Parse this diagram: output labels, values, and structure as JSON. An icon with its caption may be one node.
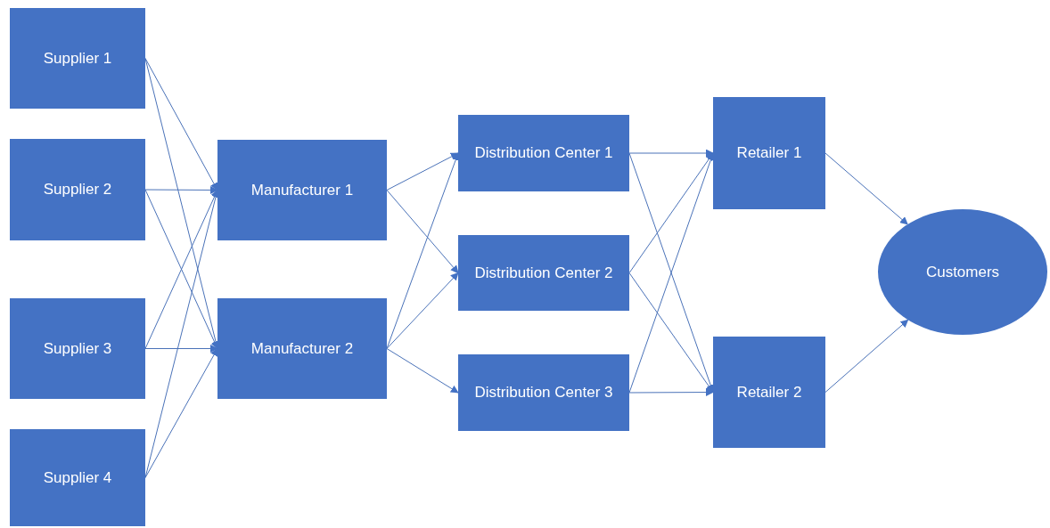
{
  "diagram": {
    "nodes": [
      {
        "text": [
          "Supplier 1"
        ]
      },
      {
        "text": [
          "Supplier 2"
        ]
      },
      {
        "text": [
          "Supplier 3"
        ]
      },
      {
        "text": [
          "Supplier 4"
        ]
      },
      {
        "text": [
          "Manufacturer 1"
        ]
      },
      {
        "text": [
          "Manufacturer 2"
        ]
      },
      {
        "text": [
          "Distribution Center 1"
        ]
      },
      {
        "text": [
          "Distribution Center 2"
        ]
      },
      {
        "text": [
          "Distribution Center 3"
        ]
      },
      {
        "text": [
          "Retailer 1"
        ]
      },
      {
        "text": [
          "Retailer 2"
        ]
      },
      {
        "text": [
          "Customers"
        ]
      }
    ],
    "edges": [
      {
        "from": 0,
        "to": 4,
        "arrow": "to"
      },
      {
        "from": 0,
        "to": 5,
        "arrow": "to"
      },
      {
        "from": 1,
        "to": 4,
        "arrow": "to"
      },
      {
        "from": 1,
        "to": 5,
        "arrow": "to"
      },
      {
        "from": 2,
        "to": 4,
        "arrow": "to"
      },
      {
        "from": 2,
        "to": 5,
        "arrow": "to"
      },
      {
        "from": 3,
        "to": 4,
        "arrow": "to"
      },
      {
        "from": 3,
        "to": 5,
        "arrow": "to"
      },
      {
        "from": 4,
        "to": 6,
        "arrow": "to"
      },
      {
        "from": 4,
        "to": 7,
        "arrow": "to"
      },
      {
        "from": 5,
        "to": 6,
        "arrow": "to"
      },
      {
        "from": 5,
        "to": 7,
        "arrow": "to"
      },
      {
        "from": 5,
        "to": 8,
        "arrow": "to"
      },
      {
        "from": 6,
        "to": 9,
        "arrow": "to"
      },
      {
        "from": 6,
        "to": 10,
        "arrow": "to"
      },
      {
        "from": 7,
        "to": 9,
        "arrow": "to"
      },
      {
        "from": 7,
        "to": 10,
        "arrow": "to"
      },
      {
        "from": 8,
        "to": 9,
        "arrow": "to"
      },
      {
        "from": 8,
        "to": 10,
        "arrow": "to"
      },
      {
        "from": 9,
        "to": 11,
        "arrow": "to"
      },
      {
        "from": 10,
        "to": 11,
        "arrow": "to"
      }
    ]
  }
}
